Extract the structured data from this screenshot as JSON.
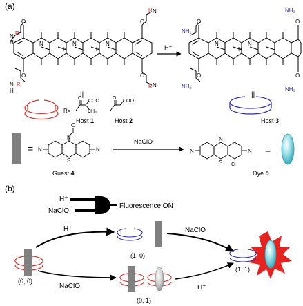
{
  "panels": {
    "a": {
      "label": "(a)",
      "reaction1_reagent": "H⁺",
      "reaction2_reagent": "NaClO",
      "equals_sign": "=",
      "parallel_sign": "||",
      "r_group_label": "R=",
      "hosts": [
        {
          "caption": "Host",
          "number": "1"
        },
        {
          "caption": "Host",
          "number": "2"
        },
        {
          "caption": "Host",
          "number": "3"
        }
      ],
      "guest": {
        "caption": "Guest",
        "number": "4"
      },
      "dye": {
        "caption": "Dye",
        "number": "5"
      },
      "atoms": {
        "O": "O",
        "N": "N",
        "NH": "N",
        "H": "H",
        "R": "R",
        "NH2": "NH₂",
        "S": "S",
        "CH3": "CH₃",
        "COO": "COO",
        "Cl": "Cl"
      },
      "colors": {
        "red": "#d7312b",
        "blue": "#2e2bb0",
        "guest_gray": "#808080",
        "dye_cyan": "#3fb7c9"
      }
    },
    "b": {
      "label": "(b)",
      "logic_inputs": [
        "H⁺",
        "NaClO"
      ],
      "logic_output": "Fluorescence ON",
      "states": {
        "s00": "(0, 0)",
        "s10": "(1, 0)",
        "s01": "(0, 1)",
        "s11": "(1, 1)"
      },
      "arrow_labels": {
        "s00_to_s10": "H⁺",
        "s10_to_s11": "NaClO",
        "s00_to_s01": "NaClO",
        "s01_to_s11": "H⁺"
      },
      "colors": {
        "burst_red": "#e52421"
      }
    }
  }
}
